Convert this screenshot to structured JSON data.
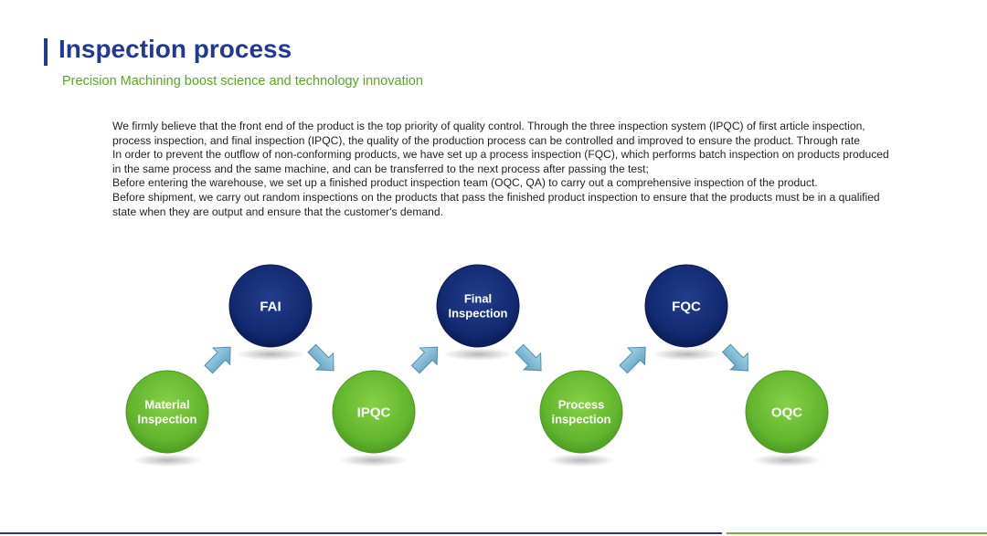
{
  "header": {
    "title": "Inspection process",
    "subtitle": "Precision Machining boost science and technology innovation"
  },
  "body": {
    "paragraphs": [
      "We firmly believe that the front end of the product is the top priority of quality control. Through the three inspection system (IPQC) of first article inspection, process inspection, and final inspection (IPQC), the quality of the production process can be controlled and improved to ensure the product. Through rate",
      "In order to prevent the outflow of non-conforming products, we have set up a process inspection (FQC), which performs batch inspection on products produced in the same process and the same machine, and can be transferred to the next process after passing the test;",
      "Before entering the warehouse, we set up a finished product inspection team (OQC, QA) to carry out a comprehensive inspection of the product.",
      "Before shipment, we carry out random inspections on the products that pass the finished product inspection to ensure that the products must be in a qualified state when they are output and ensure that the customer's demand."
    ]
  },
  "diagram": {
    "colors": {
      "green": "#6cbf34",
      "navy": "#13266f",
      "arrow": "#8cc3dd"
    },
    "nodes": [
      {
        "id": "material-inspection",
        "lines": [
          "Material",
          "Inspection"
        ],
        "tier": "low",
        "color": "green"
      },
      {
        "id": "fai",
        "lines": [
          "FAI"
        ],
        "tier": "high",
        "color": "navy"
      },
      {
        "id": "ipqc",
        "lines": [
          "IPQC"
        ],
        "tier": "low",
        "color": "green"
      },
      {
        "id": "final-inspection",
        "lines": [
          "Final",
          "Inspection"
        ],
        "tier": "high",
        "color": "navy"
      },
      {
        "id": "process-inspection",
        "lines": [
          "Process",
          "inspection"
        ],
        "tier": "low",
        "color": "green"
      },
      {
        "id": "fqc",
        "lines": [
          "FQC"
        ],
        "tier": "high",
        "color": "navy"
      },
      {
        "id": "oqc",
        "lines": [
          "OQC"
        ],
        "tier": "low",
        "color": "green"
      }
    ]
  }
}
